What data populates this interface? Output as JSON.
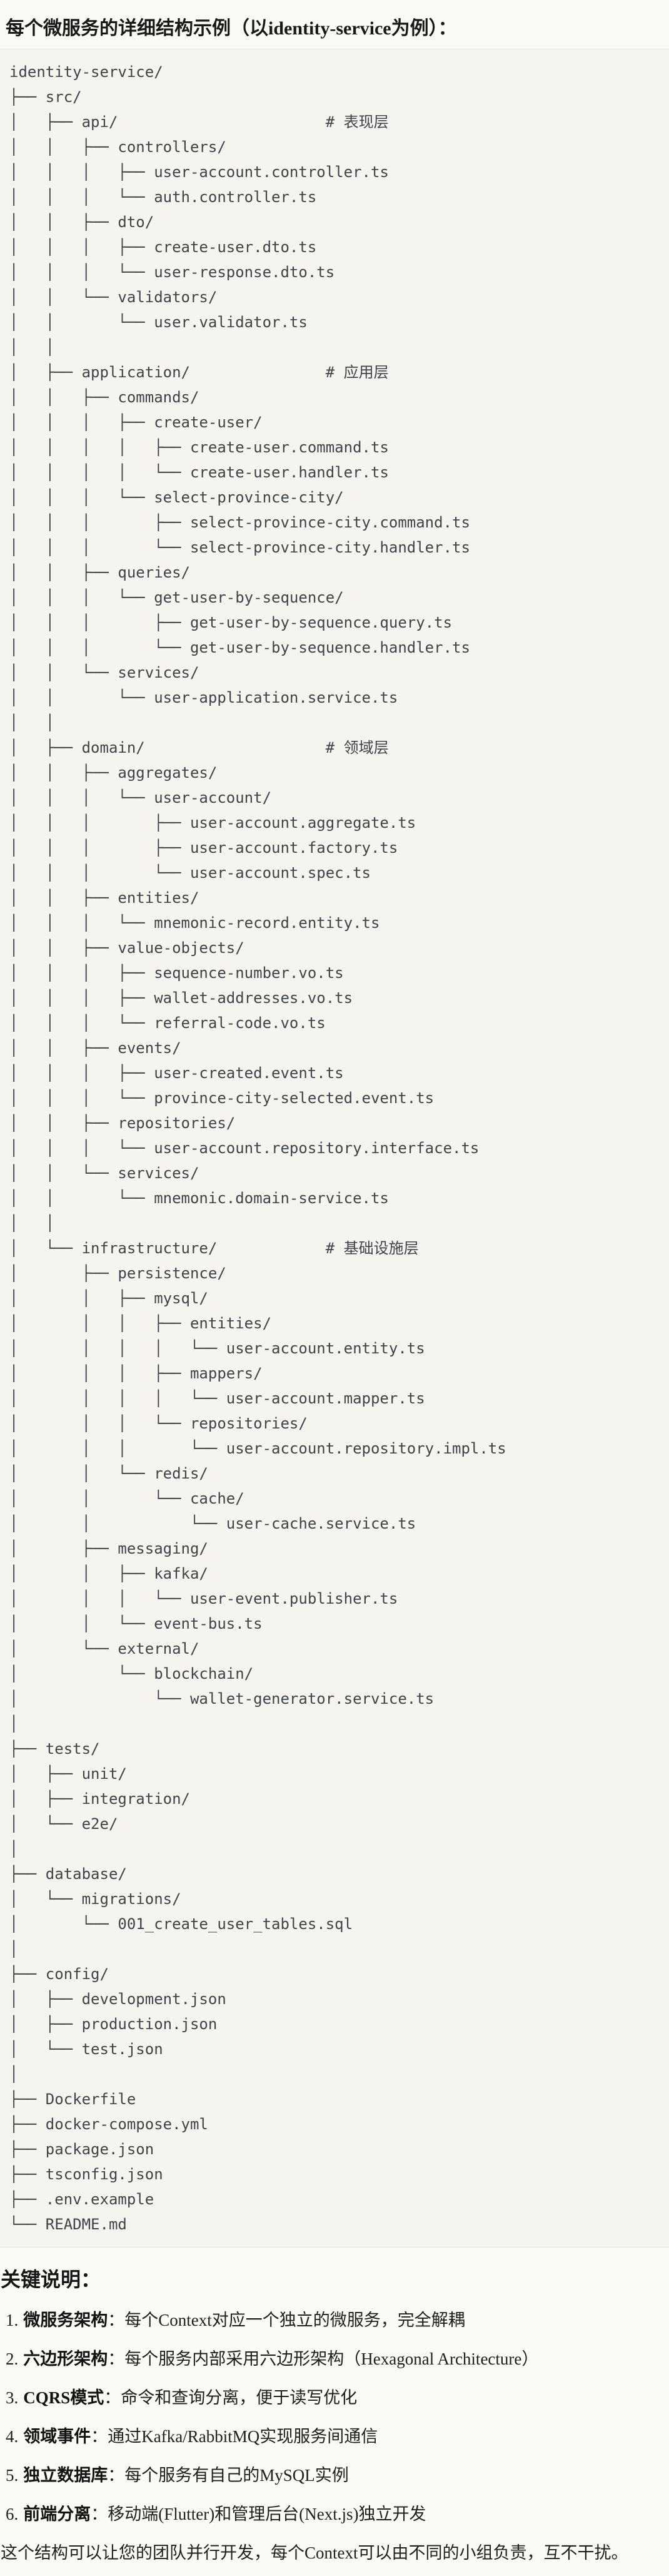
{
  "colors": {
    "page_background": "#FAF9F5",
    "code_background": "#F5F4EE",
    "code_border": "#E6E3DA",
    "code_text": "#3E444B",
    "heading_text": "#181816"
  },
  "header": {
    "title": "每个微服务的详细结构示例（以identity-service为例）："
  },
  "code_block": {
    "lines": [
      "identity-service/",
      "├── src/",
      "│   ├── api/                       # 表现层",
      "│   │   ├── controllers/",
      "│   │   │   ├── user-account.controller.ts",
      "│   │   │   └── auth.controller.ts",
      "│   │   ├── dto/",
      "│   │   │   ├── create-user.dto.ts",
      "│   │   │   └── user-response.dto.ts",
      "│   │   └── validators/",
      "│   │       └── user.validator.ts",
      "│   │",
      "│   ├── application/               # 应用层",
      "│   │   ├── commands/",
      "│   │   │   ├── create-user/",
      "│   │   │   │   ├── create-user.command.ts",
      "│   │   │   │   └── create-user.handler.ts",
      "│   │   │   └── select-province-city/",
      "│   │   │       ├── select-province-city.command.ts",
      "│   │   │       └── select-province-city.handler.ts",
      "│   │   ├── queries/",
      "│   │   │   └── get-user-by-sequence/",
      "│   │   │       ├── get-user-by-sequence.query.ts",
      "│   │   │       └── get-user-by-sequence.handler.ts",
      "│   │   └── services/",
      "│   │       └── user-application.service.ts",
      "│   │",
      "│   ├── domain/                    # 领域层",
      "│   │   ├── aggregates/",
      "│   │   │   └── user-account/",
      "│   │   │       ├── user-account.aggregate.ts",
      "│   │   │       ├── user-account.factory.ts",
      "│   │   │       └── user-account.spec.ts",
      "│   │   ├── entities/",
      "│   │   │   └── mnemonic-record.entity.ts",
      "│   │   ├── value-objects/",
      "│   │   │   ├── sequence-number.vo.ts",
      "│   │   │   ├── wallet-addresses.vo.ts",
      "│   │   │   └── referral-code.vo.ts",
      "│   │   ├── events/",
      "│   │   │   ├── user-created.event.ts",
      "│   │   │   └── province-city-selected.event.ts",
      "│   │   ├── repositories/",
      "│   │   │   └── user-account.repository.interface.ts",
      "│   │   └── services/",
      "│   │       └── mnemonic.domain-service.ts",
      "│   │",
      "│   └── infrastructure/            # 基础设施层",
      "│       ├── persistence/",
      "│       │   ├── mysql/",
      "│       │   │   ├── entities/",
      "│       │   │   │   └── user-account.entity.ts",
      "│       │   │   ├── mappers/",
      "│       │   │   │   └── user-account.mapper.ts",
      "│       │   │   └── repositories/",
      "│       │   │       └── user-account.repository.impl.ts",
      "│       │   └── redis/",
      "│       │       └── cache/",
      "│       │           └── user-cache.service.ts",
      "│       ├── messaging/",
      "│       │   ├── kafka/",
      "│       │   │   └── user-event.publisher.ts",
      "│       │   └── event-bus.ts",
      "│       └── external/",
      "│           └── blockchain/",
      "│               └── wallet-generator.service.ts",
      "│",
      "├── tests/",
      "│   ├── unit/",
      "│   ├── integration/",
      "│   └── e2e/",
      "│",
      "├── database/",
      "│   └── migrations/",
      "│       └── 001_create_user_tables.sql",
      "│",
      "├── config/",
      "│   ├── development.json",
      "│   ├── production.json",
      "│   └── test.json",
      "│",
      "├── Dockerfile",
      "├── docker-compose.yml",
      "├── package.json",
      "├── tsconfig.json",
      "├── .env.example",
      "└── README.md"
    ]
  },
  "notes": {
    "heading": "关键说明：",
    "items": [
      {
        "num": "1.",
        "term": "微服务架构",
        "desc": "：每个Context对应一个独立的微服务，完全解耦"
      },
      {
        "num": "2.",
        "term": "六边形架构",
        "desc": "：每个服务内部采用六边形架构（Hexagonal Architecture）"
      },
      {
        "num": "3.",
        "term": "CQRS模式",
        "desc": "：命令和查询分离，便于读写优化"
      },
      {
        "num": "4.",
        "term": "领域事件",
        "desc": "：通过Kafka/RabbitMQ实现服务间通信"
      },
      {
        "num": "5.",
        "term": "独立数据库",
        "desc": "：每个服务有自己的MySQL实例"
      },
      {
        "num": "6.",
        "term": "前端分离",
        "desc": "：移动端(Flutter)和管理后台(Next.js)独立开发"
      }
    ],
    "footer": "这个结构可以让您的团队并行开发，每个Context可以由不同的小组负责，互不干扰。"
  }
}
